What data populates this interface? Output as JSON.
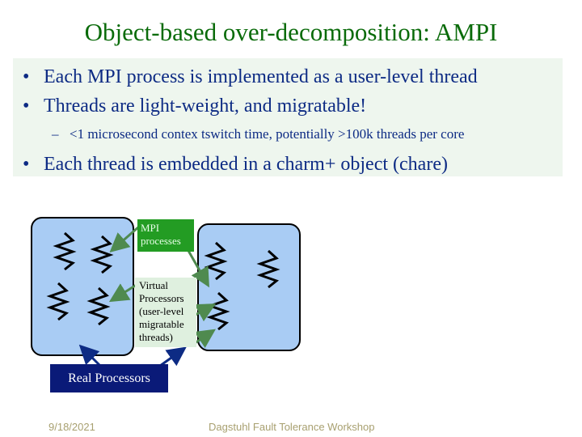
{
  "slide": {
    "title": "Object-based over-decomposition: AMPI",
    "bullets": [
      "Each MPI process is implemented as a user-level thread",
      "Threads are light-weight, and migratable!"
    ],
    "sub_bullet": "<1 microsecond contex tswitch time, potentially >100k threads per core",
    "bullet3": "Each thread is embedded in a charm+ object (chare)",
    "bullet_symbol": "•",
    "dash_symbol": "–"
  },
  "diagram": {
    "mpi_label": "MPI processes",
    "vp_lines": [
      "Virtual",
      "Processors",
      "(user-level",
      "migratable",
      "threads)"
    ],
    "real_label": "Real Processors",
    "colors": {
      "processor_fill": "#a9ccf4",
      "mpi_label_bg": "#239c23",
      "vp_label_bg": "#dff0df",
      "real_label_bg": "#0a1a78",
      "arrow": "#4f8a4f",
      "arrow_blue": "#0d2b84"
    },
    "thread_icon": "zigzag-thread-icon"
  },
  "footer": {
    "date": "9/18/2021",
    "event": "Dagstuhl Fault Tolerance Workshop"
  }
}
